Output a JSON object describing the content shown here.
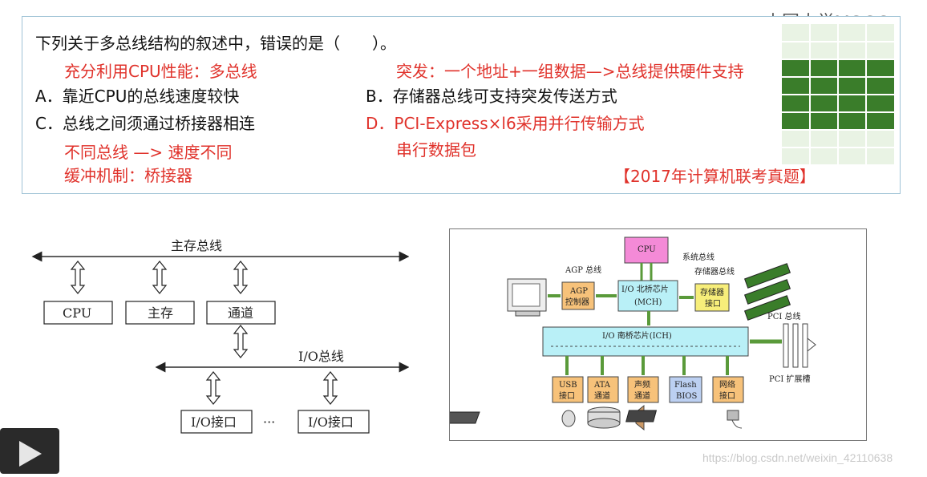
{
  "brand": {
    "text": "中国大学MOOC"
  },
  "question": {
    "title": "下列关于多总线结构的叙述中，错误的是（　　）。",
    "note_a": "充分利用CPU性能：多总线",
    "note_b": "突发：一个地址+一组数据—>总线提供硬件支持",
    "option_a": "A．靠近CPU的总线速度较快",
    "option_b": "B．存储器总线可支持突发传送方式",
    "option_c": "C．总线之间须通过桥接器相连",
    "option_d": "D．PCI-Express×l6采用并行传输方式",
    "note_c1": "不同总线 —> 速度不同",
    "note_c2": "缓冲机制：桥接器",
    "note_d": "串行数据包",
    "source": "【2017年计算机联考真题】"
  },
  "left_diagram": {
    "main_bus": "主存总线",
    "io_bus": "I/O总线",
    "cpu": "CPU",
    "memory": "主存",
    "channel": "通道",
    "io_port1": "I/O接口",
    "dots": "···",
    "io_port2": "I/O接口"
  },
  "right_diagram": {
    "cpu": "CPU",
    "system_bus": "系统总线",
    "memory_bus": "存储器总线",
    "agp_bus": "AGP 总线",
    "agp_ctrl_1": "AGP",
    "agp_ctrl_2": "控制器",
    "north_1": "I/O 北桥芯片",
    "north_2": "(MCH)",
    "mem_port_1": "存储器",
    "mem_port_2": "接口",
    "south": "I/O 南桥芯片(ICH)",
    "pci_bus": "PCI 总线",
    "pci_slot": "PCI 扩展槽",
    "usb_1": "USB",
    "usb_2": "接口",
    "ata_1": "ATA",
    "ata_2": "通道",
    "audio_1": "声频",
    "audio_2": "通道",
    "flash_1": "Flash",
    "flash_2": "BIOS",
    "net_1": "网络",
    "net_2": "接口"
  },
  "watermark": "https://blog.csdn.net/weixin_42110638",
  "colors": {
    "red": "#e0322b",
    "green": "#3a7d2a",
    "light_green": "#cfe6c4",
    "cpu_pink": "#f48ad7",
    "orange": "#f7c27a",
    "cyan": "#b9f0f7",
    "yellow": "#f7ee7a",
    "blue_box": "#bcd0f2"
  }
}
